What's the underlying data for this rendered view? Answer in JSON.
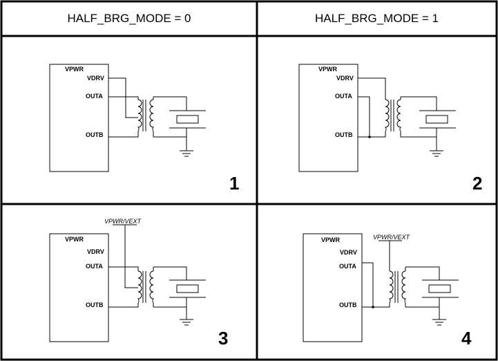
{
  "headers": {
    "left": "HALF_BRG_MODE = 0",
    "right": "HALF_BRG_MODE = 1"
  },
  "pin_labels": {
    "vpwr": "VPWR",
    "vdrv": "VDRV",
    "outa": "OUTA",
    "outb": "OUTB"
  },
  "supply_label": "VPWR/VEXT",
  "panels": [
    {
      "number": "1"
    },
    {
      "number": "2"
    },
    {
      "number": "3"
    },
    {
      "number": "4"
    }
  ]
}
